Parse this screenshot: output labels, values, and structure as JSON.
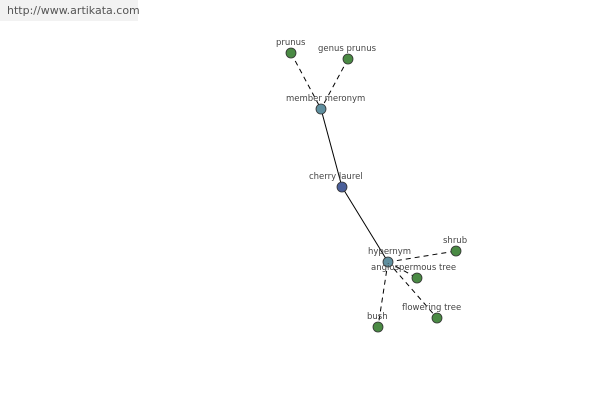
{
  "header": {
    "url": "http://www.artikata.com"
  },
  "colors": {
    "leaf_node": "#4a8a44",
    "relation_node": "#5f8f9f",
    "center_node": "#4a5f9a",
    "node_stroke": "#333333",
    "edge": "#000000",
    "label": "#444444"
  },
  "graph": {
    "nodes": [
      {
        "id": "prunus",
        "label": "prunus",
        "kind": "leaf"
      },
      {
        "id": "genus-prunus",
        "label": "genus prunus",
        "kind": "leaf"
      },
      {
        "id": "member-meronym",
        "label": "member meronym",
        "kind": "relation"
      },
      {
        "id": "cherry-laurel",
        "label": "cherry laurel",
        "kind": "center"
      },
      {
        "id": "hypernym",
        "label": "hypernym",
        "kind": "relation"
      },
      {
        "id": "shrub",
        "label": "shrub",
        "kind": "leaf"
      },
      {
        "id": "angiospermous-tree",
        "label": "angiospermous tree",
        "kind": "leaf"
      },
      {
        "id": "flowering-tree",
        "label": "flowering tree",
        "kind": "leaf"
      },
      {
        "id": "bush",
        "label": "bush",
        "kind": "leaf"
      }
    ],
    "edges": [
      {
        "from": "prunus",
        "to": "member-meronym",
        "style": "dashed"
      },
      {
        "from": "genus-prunus",
        "to": "member-meronym",
        "style": "dashed"
      },
      {
        "from": "member-meronym",
        "to": "cherry-laurel",
        "style": "solid"
      },
      {
        "from": "cherry-laurel",
        "to": "hypernym",
        "style": "solid"
      },
      {
        "from": "hypernym",
        "to": "shrub",
        "style": "dashed"
      },
      {
        "from": "hypernym",
        "to": "angiospermous-tree",
        "style": "dashed"
      },
      {
        "from": "hypernym",
        "to": "flowering-tree",
        "style": "dashed"
      },
      {
        "from": "hypernym",
        "to": "bush",
        "style": "dashed"
      }
    ]
  }
}
